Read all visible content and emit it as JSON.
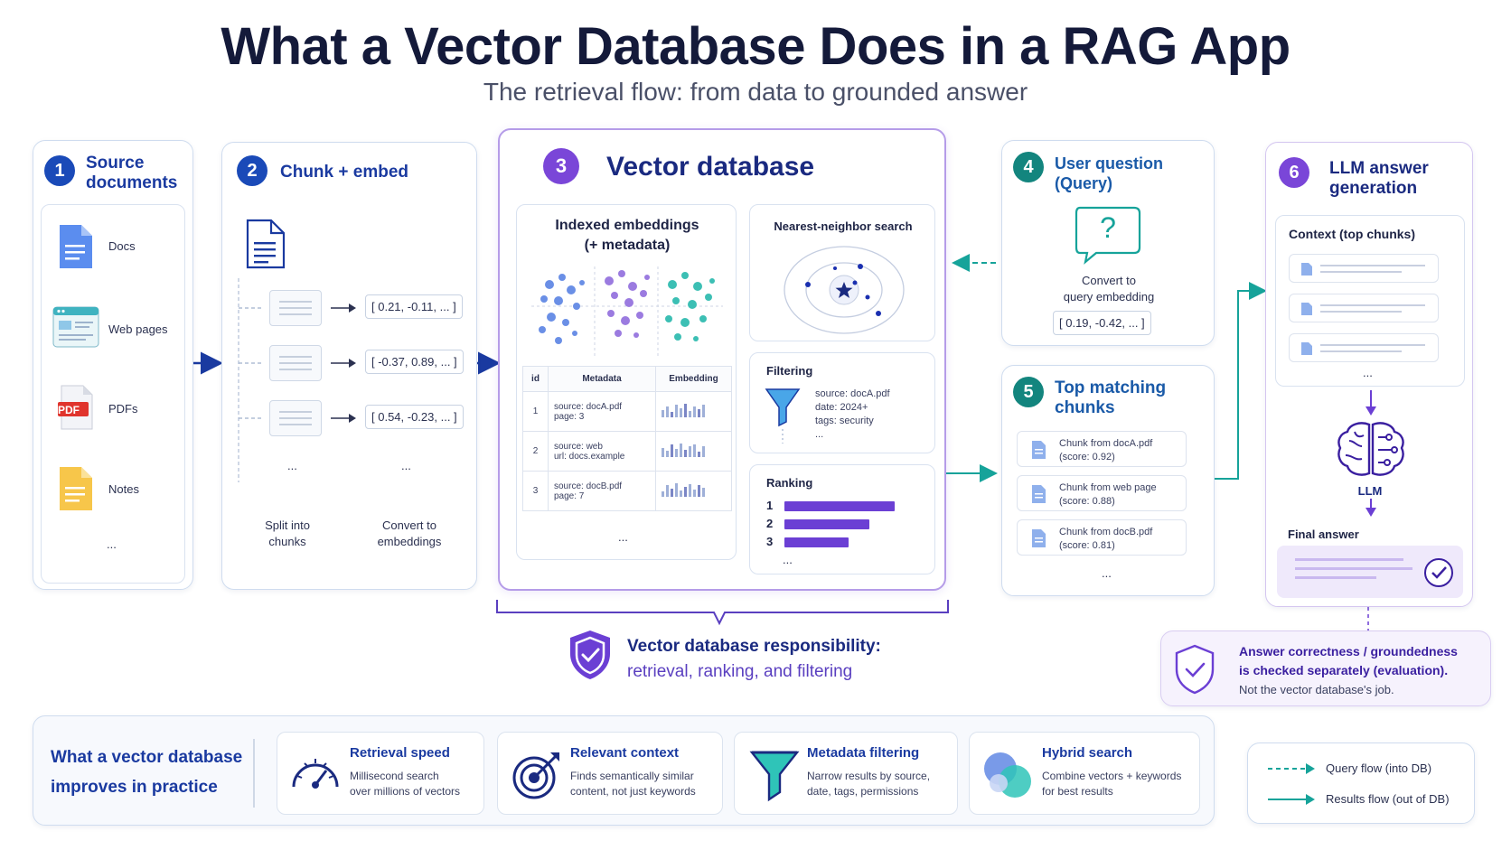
{
  "header": {
    "title": "What a Vector Database Does in a RAG App",
    "subtitle": "The retrieval flow: from data to grounded answer"
  },
  "colors": {
    "blue": "#1a3aa0",
    "purple": "#6b3fd4",
    "teal": "#16a39a",
    "border": "#cfdcef"
  },
  "step1": {
    "number": "1",
    "title_line1": "Source",
    "title_line2": "documents",
    "items": [
      {
        "label": "Docs",
        "icon": "doc-icon"
      },
      {
        "label": "Web pages",
        "icon": "web-page-icon"
      },
      {
        "label": "PDFs",
        "icon": "pdf-icon",
        "badge": "PDF"
      },
      {
        "label": "Notes",
        "icon": "notes-icon"
      }
    ],
    "more": "..."
  },
  "step2": {
    "number": "2",
    "title": "Chunk + embed",
    "vectors": [
      "[ 0.21, -0.11, ... ]",
      "[ -0.37, 0.89, ... ]",
      "[ 0.54, -0.23, ... ]"
    ],
    "more_left": "...",
    "more_right": "...",
    "caption_left_1": "Split into",
    "caption_left_2": "chunks",
    "caption_right_1": "Convert to",
    "caption_right_2": "embeddings"
  },
  "step3": {
    "number": "3",
    "title": "Vector database",
    "indexed_title_1": "Indexed embeddings",
    "indexed_title_2": "(+ metadata)",
    "table": {
      "headers": [
        "id",
        "Metadata",
        "Embedding"
      ],
      "rows": [
        {
          "id": "1",
          "meta1": "source: docA.pdf",
          "meta2": "page: 3"
        },
        {
          "id": "2",
          "meta1": "source: web",
          "meta2": "url: docs.example"
        },
        {
          "id": "3",
          "meta1": "source: docB.pdf",
          "meta2": "page: 7"
        }
      ],
      "more": "..."
    },
    "nn_title": "Nearest-neighbor search",
    "filtering_title": "Filtering",
    "filter_lines": [
      "source: docA.pdf",
      "date: 2024+",
      "tags: security",
      "..."
    ],
    "ranking_title": "Ranking",
    "ranking": [
      {
        "rank": "1",
        "value": 1.0
      },
      {
        "rank": "2",
        "value": 0.77
      },
      {
        "rank": "3",
        "value": 0.58
      }
    ],
    "ranking_more": "..."
  },
  "responsibility": {
    "line1": "Vector database responsibility:",
    "line2": "retrieval, ranking, and filtering"
  },
  "step4": {
    "number": "4",
    "title_line1": "User question",
    "title_line2": "(Query)",
    "bubble": "?",
    "caption_1": "Convert to",
    "caption_2": "query embedding",
    "vector": "[ 0.19, -0.42, ... ]"
  },
  "step5": {
    "number": "5",
    "title_line1": "Top matching",
    "title_line2": "chunks",
    "matches": [
      {
        "line1": "Chunk from docA.pdf",
        "line2": "(score: 0.92)"
      },
      {
        "line1": "Chunk from web page",
        "line2": "(score: 0.88)"
      },
      {
        "line1": "Chunk from docB.pdf",
        "line2": "(score: 0.81)"
      }
    ],
    "more": "..."
  },
  "step6": {
    "number": "6",
    "title_line1": "LLM answer",
    "title_line2": "generation",
    "context_title": "Context (top chunks)",
    "more": "...",
    "llm_label": "LLM",
    "final_answer": "Final answer"
  },
  "evaluation": {
    "line1": "Answer correctness / groundedness",
    "line2": "is checked separately (evaluation).",
    "line3": "Not the vector database's job."
  },
  "bottom": {
    "intro_1": "What a vector database",
    "intro_2": "improves in practice",
    "cards": [
      {
        "title": "Retrieval speed",
        "desc1": "Millisecond search",
        "desc2": "over millions of vectors",
        "icon": "speedometer-icon"
      },
      {
        "title": "Relevant context",
        "desc1": "Finds semantically similar",
        "desc2": "content, not just keywords",
        "icon": "target-icon"
      },
      {
        "title": "Metadata filtering",
        "desc1": "Narrow results by source,",
        "desc2": "date, tags, permissions",
        "icon": "filter-icon"
      },
      {
        "title": "Hybrid search",
        "desc1": "Combine vectors + keywords",
        "desc2": "for best results",
        "icon": "hybrid-circles-icon"
      }
    ]
  },
  "legend": {
    "query_flow": "Query flow (into DB)",
    "results_flow": "Results flow (out of DB)"
  }
}
